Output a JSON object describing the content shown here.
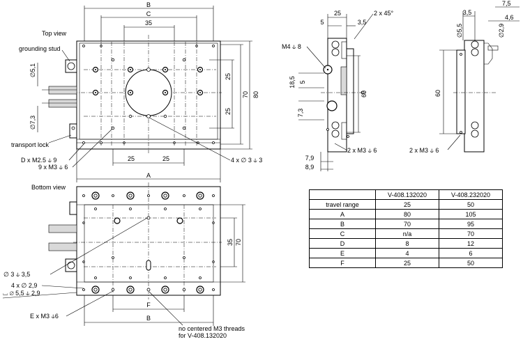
{
  "labels": {
    "top_view": "Top view",
    "bottom_view": "Bottom view",
    "grounding_stud": "grounding stud",
    "transport_lock": "transport lock",
    "d_m25": "D x M2.5 ⫝ 9",
    "nine_m3": "9 x M3 ⫝ 6",
    "four_d3": "4 x ∅ 3 ⫝ 3",
    "m4": "M4 ⫝ 8",
    "two_m3_a": "2 x M3 ⫝ 6",
    "two_m3_b": "2 x M3 ⫝ 6",
    "two_45": "2 x 45°",
    "d3_35": "∅ 3 ⫝ 3,5",
    "four_d29": "4 x ∅ 2,9",
    "cbore": "⌴ ∅ 5,5 ⫝ 2,9",
    "e_m3": "E x M3 ⫝6",
    "no_centered_1": "no centered M3 threads",
    "no_centered_2": "for V-408.132020"
  },
  "dims": {
    "B": "B",
    "C": "C",
    "A": "A",
    "F": "F",
    "B2": "B",
    "d35": "35",
    "d25a": "25",
    "d25b": "25",
    "d70": "70",
    "d80": "80",
    "d25c": "25",
    "d25d": "25",
    "d51": "∅5,1",
    "d73": "∅7,3",
    "s25": "25",
    "s5": "5",
    "s35": "3,5",
    "s185": "18,5",
    "s5b": "5",
    "s60": "60",
    "s73": "7,3",
    "s79": "7,9",
    "s89": "8,9",
    "r35": "3,5",
    "r75": "7,5",
    "r46": "4,6",
    "r55": "∅5,5",
    "r29": "∅2,9",
    "r60": "60",
    "b35": "35",
    "b70": "70"
  },
  "table": {
    "headers": [
      "",
      "V-408.132020",
      "V-408.232020"
    ],
    "rows": [
      [
        "travel range",
        "25",
        "50"
      ],
      [
        "A",
        "80",
        "105"
      ],
      [
        "B",
        "70",
        "95"
      ],
      [
        "C",
        "n/a",
        "70"
      ],
      [
        "D",
        "8",
        "12"
      ],
      [
        "E",
        "4",
        "6"
      ],
      [
        "F",
        "25",
        "50"
      ]
    ]
  }
}
